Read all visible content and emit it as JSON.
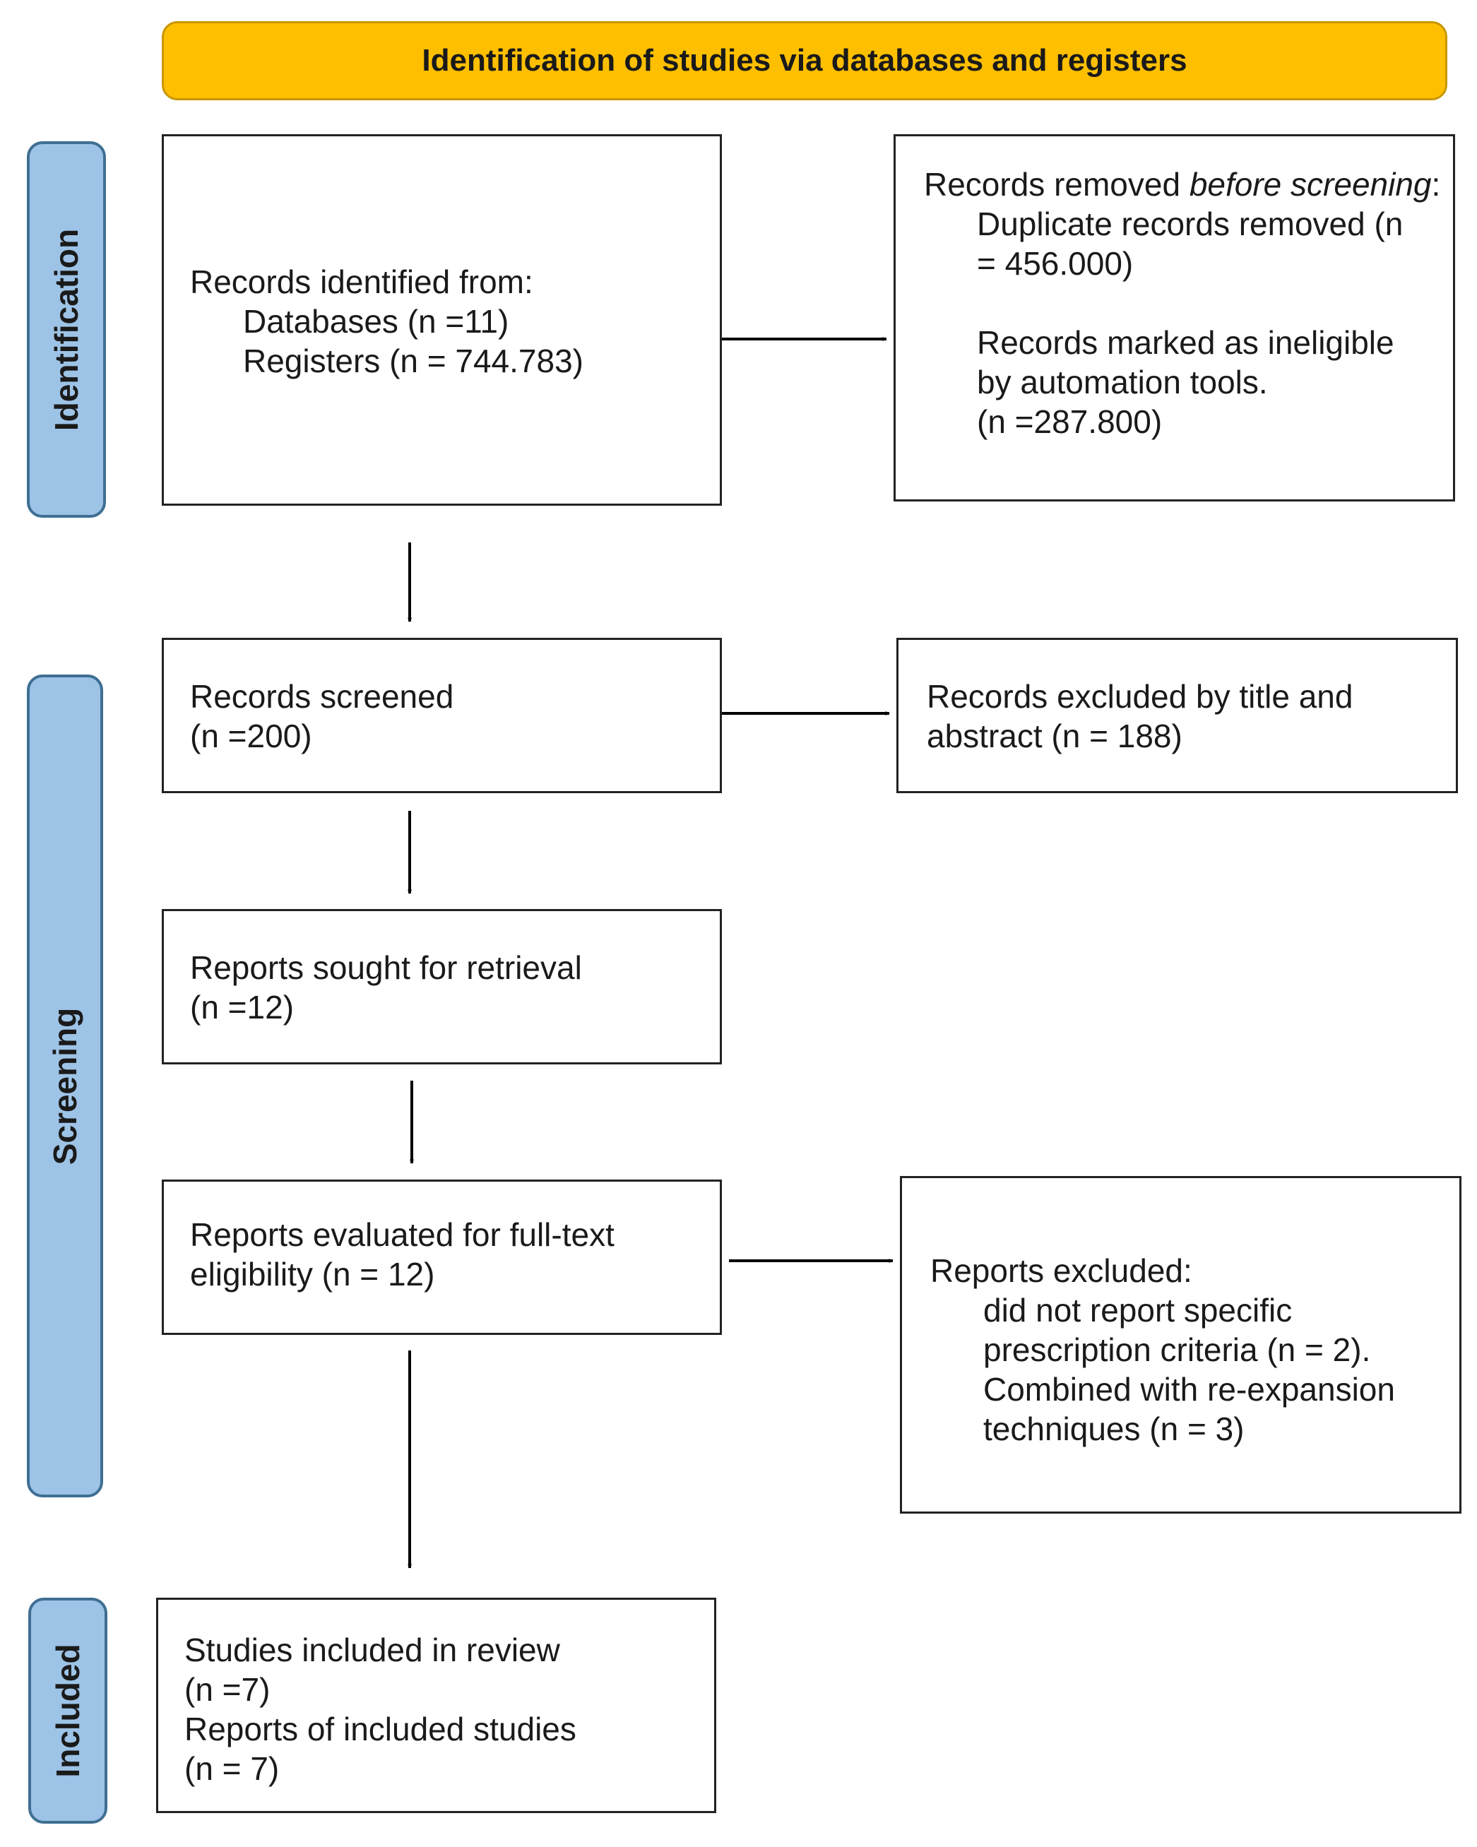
{
  "banner": {
    "title": "Identification of studies via databases and registers"
  },
  "stages": {
    "identification": "Identification",
    "screening": "Screening",
    "included": "Included"
  },
  "boxes": {
    "records_identified": {
      "heading": "Records identified from:",
      "databases": "Databases (n =11)",
      "registers": "Registers (n = 744.783)"
    },
    "records_removed": {
      "heading_start": "Records removed ",
      "heading_em": "before screening",
      "heading_end": ":",
      "duplicates_line1": "Duplicate records removed (n",
      "duplicates_line2": "= 456.000)",
      "ineligible_line1": "Records marked as ineligible",
      "ineligible_line2": "by automation tools.",
      "ineligible_line3": "(n =287.800)"
    },
    "records_screened": {
      "line1": "Records screened",
      "line2": "(n =200)"
    },
    "records_excluded": {
      "line1": "Records excluded by title and",
      "line2": "abstract (n = 188)"
    },
    "reports_sought": {
      "line1": "Reports sought for retrieval",
      "line2": "(n =12)"
    },
    "reports_evaluated": {
      "line1": "Reports evaluated for full-text",
      "line2": "eligibility (n = 12)"
    },
    "reports_excluded": {
      "heading": "Reports excluded:",
      "line1": "did not report specific",
      "line2": "prescription criteria (n = 2).",
      "line3": "Combined with re-expansion",
      "line4": "techniques (n = 3)"
    },
    "studies_included": {
      "line1": "Studies included in review",
      "line2": "(n =7)",
      "line3": "Reports of included studies",
      "line4": "(n = 7)"
    }
  },
  "colors": {
    "banner_fill": "#fdbf00",
    "stage_fill": "#9dc3e6",
    "stage_border": "#3f6f93",
    "box_border": "#222222"
  }
}
